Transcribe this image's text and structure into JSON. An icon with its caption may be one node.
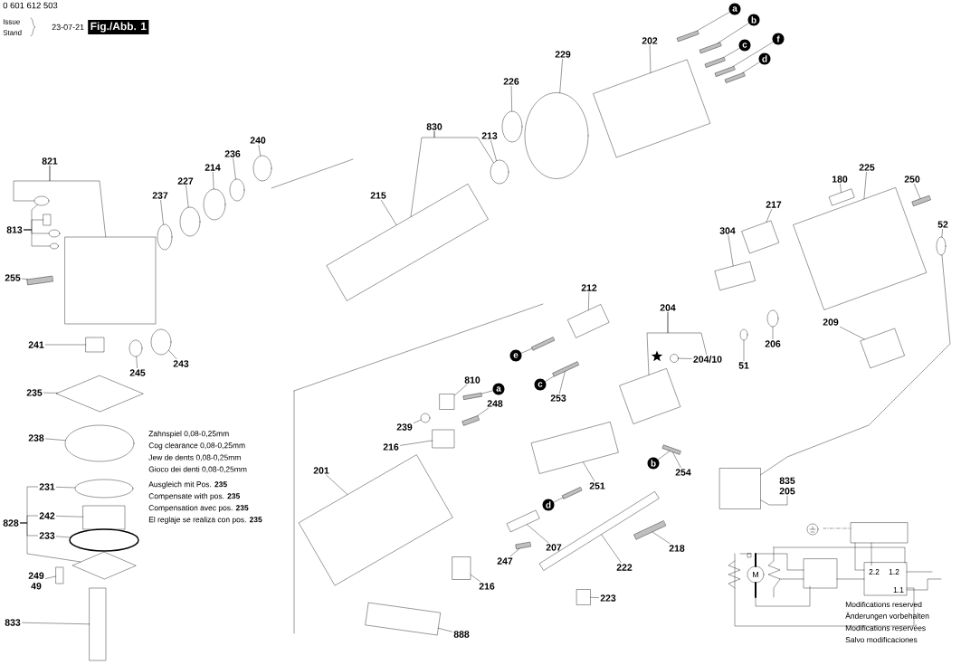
{
  "diagram": {
    "title": "Fig./Abb. 1",
    "nodes": [
      {
        "text": [
          "202"
        ]
      },
      {
        "text": [
          "a"
        ]
      },
      {
        "text": [
          "b"
        ]
      },
      {
        "text": [
          "c"
        ]
      },
      {
        "text": [
          "f"
        ]
      },
      {
        "text": [
          "d"
        ]
      },
      {
        "text": [
          "229"
        ]
      },
      {
        "text": [
          "226"
        ]
      },
      {
        "text": [
          "830"
        ]
      },
      {
        "text": [
          "213"
        ]
      },
      {
        "text": [
          "240"
        ]
      },
      {
        "text": [
          "236"
        ]
      },
      {
        "text": [
          "821"
        ]
      },
      {
        "text": [
          "214"
        ]
      },
      {
        "text": [
          "225"
        ]
      },
      {
        "text": [
          "180"
        ]
      },
      {
        "text": [
          "250"
        ]
      },
      {
        "text": [
          "227"
        ]
      },
      {
        "text": [
          "237"
        ]
      },
      {
        "text": [
          "215"
        ]
      },
      {
        "text": [
          "217"
        ]
      },
      {
        "text": [
          "52"
        ]
      },
      {
        "text": [
          "813"
        ]
      },
      {
        "text": [
          "304"
        ]
      },
      {
        "text": [
          "255"
        ]
      },
      {
        "text": [
          "212"
        ]
      },
      {
        "text": [
          "204"
        ]
      },
      {
        "text": [
          "209"
        ]
      },
      {
        "text": [
          "241"
        ]
      },
      {
        "text": [
          "206"
        ]
      },
      {
        "text": [
          "243"
        ]
      },
      {
        "text": [
          "e"
        ]
      },
      {
        "text": [
          "204/10"
        ]
      },
      {
        "text": [
          "51"
        ]
      },
      {
        "text": [
          "245"
        ]
      },
      {
        "text": [
          "810"
        ]
      },
      {
        "text": [
          "c"
        ]
      },
      {
        "text": [
          "a"
        ]
      },
      {
        "text": [
          "235"
        ]
      },
      {
        "text": [
          "253"
        ]
      },
      {
        "text": [
          "248"
        ]
      },
      {
        "text": [
          "239"
        ]
      },
      {
        "text": [
          "238"
        ]
      },
      {
        "text": [
          "216"
        ]
      },
      {
        "text": [
          "b"
        ]
      },
      {
        "text": [
          "835",
          "205"
        ]
      },
      {
        "text": [
          "201"
        ]
      },
      {
        "text": [
          "254"
        ]
      },
      {
        "text": [
          "251"
        ]
      },
      {
        "text": [
          "231"
        ]
      },
      {
        "text": [
          "d"
        ]
      },
      {
        "text": [
          "242"
        ]
      },
      {
        "text": [
          "828"
        ]
      },
      {
        "text": [
          "233"
        ]
      },
      {
        "text": [
          "207"
        ]
      },
      {
        "text": [
          "218"
        ]
      },
      {
        "text": [
          "247"
        ]
      },
      {
        "text": [
          "222"
        ]
      },
      {
        "text": [
          "249",
          "49"
        ]
      },
      {
        "text": [
          "216"
        ]
      },
      {
        "text": [
          "223"
        ]
      },
      {
        "text": [
          "833"
        ]
      },
      {
        "text": [
          "888"
        ]
      },
      {
        "text": [],
        "shape": "star"
      },
      {
        "text": [],
        "shape": "box"
      },
      {
        "text": [],
        "shape": "bar"
      },
      {
        "text": [],
        "shape": "bar"
      },
      {
        "text": [],
        "shape": "bar"
      },
      {
        "text": [],
        "shape": "bar"
      },
      {
        "text": [],
        "shape": "bar"
      },
      {
        "text": [],
        "shape": "ellipse"
      },
      {
        "text": [],
        "shape": "ellipse"
      },
      {
        "text": [],
        "shape": "box"
      },
      {
        "text": [],
        "shape": "ellipse"
      },
      {
        "text": [],
        "shape": "ellipse"
      },
      {
        "text": [],
        "shape": "ellipse"
      },
      {
        "text": [],
        "shape": "ellipse"
      },
      {
        "text": [],
        "shape": "ellipse"
      },
      {
        "text": [],
        "shape": "ellipse"
      },
      {
        "text": [],
        "shape": "box"
      },
      {
        "text": [],
        "shape": "ellipse"
      },
      {
        "text": [],
        "shape": "box"
      },
      {
        "text": [],
        "shape": "ellipse"
      },
      {
        "text": [],
        "shape": "ellipse"
      },
      {
        "text": [],
        "shape": "box"
      },
      {
        "text": [],
        "shape": "box"
      },
      {
        "text": [],
        "shape": "bar"
      },
      {
        "text": [],
        "shape": "box"
      },
      {
        "text": [],
        "shape": "ellipse"
      },
      {
        "text": [],
        "shape": "box"
      },
      {
        "text": [],
        "shape": "bar"
      },
      {
        "text": [],
        "shape": "box"
      },
      {
        "text": [],
        "shape": "box"
      },
      {
        "text": [],
        "shape": "box"
      },
      {
        "text": [],
        "shape": "box"
      },
      {
        "text": [],
        "shape": "ellipse"
      },
      {
        "text": [],
        "shape": "ellipse"
      },
      {
        "text": [],
        "shape": "bar"
      },
      {
        "text": [],
        "shape": "circle"
      },
      {
        "text": [],
        "shape": "ellipse"
      },
      {
        "text": [],
        "shape": "ellipse"
      },
      {
        "text": [],
        "shape": "box"
      },
      {
        "text": [],
        "shape": "bar"
      },
      {
        "text": [],
        "shape": "bar"
      },
      {
        "text": [],
        "shape": "diamond"
      },
      {
        "text": [],
        "shape": "bar"
      },
      {
        "text": [],
        "shape": "circle"
      },
      {
        "text": [],
        "shape": "ellipse"
      },
      {
        "text": [],
        "shape": "box"
      },
      {
        "text": [],
        "shape": "bar"
      },
      {
        "text": [],
        "shape": "box"
      },
      {
        "text": [],
        "shape": "box"
      },
      {
        "text": [],
        "shape": "box"
      },
      {
        "text": [],
        "shape": "ellipse"
      },
      {
        "text": [],
        "shape": "bar"
      },
      {
        "text": [],
        "shape": "box"
      },
      {
        "text": [],
        "shape": "ellipse"
      },
      {
        "text": [],
        "shape": "diamond"
      },
      {
        "text": [],
        "shape": "box"
      },
      {
        "text": [],
        "shape": "bar"
      },
      {
        "text": [],
        "shape": "bar"
      },
      {
        "text": [],
        "shape": "box"
      },
      {
        "text": [],
        "shape": "box"
      },
      {
        "text": [],
        "shape": "box"
      },
      {
        "text": [],
        "shape": "box"
      },
      {
        "text": [],
        "shape": "box"
      },
      {
        "text": [],
        "shape": "box"
      }
    ],
    "edges": [
      {
        "from": 0,
        "to": 64,
        "arrow": "none"
      },
      {
        "from": 1,
        "to": 65,
        "arrow": "none"
      },
      {
        "from": 2,
        "to": 66,
        "arrow": "none"
      },
      {
        "from": 3,
        "to": 67,
        "arrow": "none"
      },
      {
        "from": 4,
        "to": 68,
        "arrow": "none"
      },
      {
        "from": 5,
        "to": 69,
        "arrow": "none"
      },
      {
        "from": 6,
        "to": 70,
        "arrow": "none"
      },
      {
        "from": 7,
        "to": 71,
        "arrow": "none"
      },
      {
        "from": 8,
        "to": 72,
        "arrow": "none"
      },
      {
        "from": 8,
        "to": 73,
        "arrow": "none"
      },
      {
        "from": 9,
        "to": 73,
        "arrow": "none"
      },
      {
        "from": 10,
        "to": 74,
        "arrow": "none"
      },
      {
        "from": 11,
        "to": 75,
        "arrow": "none"
      },
      {
        "from": 12,
        "to": 79,
        "arrow": "none"
      },
      {
        "from": 12,
        "to": 80,
        "arrow": "none"
      },
      {
        "from": 13,
        "to": 76,
        "arrow": "none"
      },
      {
        "from": 14,
        "to": 84,
        "arrow": "none"
      },
      {
        "from": 15,
        "to": 85,
        "arrow": "none"
      },
      {
        "from": 16,
        "to": 86,
        "arrow": "none"
      },
      {
        "from": 17,
        "to": 77,
        "arrow": "none"
      },
      {
        "from": 18,
        "to": 78,
        "arrow": "none"
      },
      {
        "from": 19,
        "to": 72,
        "arrow": "none"
      },
      {
        "from": 20,
        "to": 87,
        "arrow": "none"
      },
      {
        "from": 21,
        "to": 88,
        "arrow": "none"
      },
      {
        "from": 22,
        "to": 80,
        "arrow": "none"
      },
      {
        "from": 22,
        "to": 81,
        "arrow": "none"
      },
      {
        "from": 22,
        "to": 82,
        "arrow": "none"
      },
      {
        "from": 22,
        "to": 83,
        "arrow": "none"
      },
      {
        "from": 23,
        "to": 89,
        "arrow": "none"
      },
      {
        "from": 24,
        "to": 90,
        "arrow": "none"
      },
      {
        "from": 25,
        "to": 91,
        "arrow": "none"
      },
      {
        "from": 26,
        "to": 92,
        "arrow": "none"
      },
      {
        "from": 26,
        "to": 32,
        "arrow": "none"
      },
      {
        "from": 27,
        "to": 93,
        "arrow": "none"
      },
      {
        "from": 28,
        "to": 94,
        "arrow": "none"
      },
      {
        "from": 29,
        "to": 95,
        "arrow": "none"
      },
      {
        "from": 30,
        "to": 96,
        "arrow": "none"
      },
      {
        "from": 31,
        "to": 97,
        "arrow": "none"
      },
      {
        "from": 32,
        "to": 98,
        "arrow": "none"
      },
      {
        "from": 33,
        "to": 99,
        "arrow": "none"
      },
      {
        "from": 34,
        "to": 100,
        "arrow": "none"
      },
      {
        "from": 35,
        "to": 101,
        "arrow": "none"
      },
      {
        "from": 36,
        "to": 102,
        "arrow": "none"
      },
      {
        "from": 37,
        "to": 103,
        "arrow": "none"
      },
      {
        "from": 38,
        "to": 104,
        "arrow": "none"
      },
      {
        "from": 39,
        "to": 102,
        "arrow": "none"
      },
      {
        "from": 40,
        "to": 105,
        "arrow": "none"
      },
      {
        "from": 41,
        "to": 106,
        "arrow": "none"
      },
      {
        "from": 42,
        "to": 107,
        "arrow": "none"
      },
      {
        "from": 43,
        "to": 108,
        "arrow": "none"
      },
      {
        "from": 44,
        "to": 109,
        "arrow": "none"
      },
      {
        "from": 45,
        "to": 110,
        "arrow": "none"
      },
      {
        "from": 46,
        "to": 111,
        "arrow": "none"
      },
      {
        "from": 47,
        "to": 109,
        "arrow": "none"
      },
      {
        "from": 48,
        "to": 112,
        "arrow": "none"
      },
      {
        "from": 49,
        "to": 113,
        "arrow": "none"
      },
      {
        "from": 50,
        "to": 114,
        "arrow": "none"
      },
      {
        "from": 51,
        "to": 115,
        "arrow": "none"
      },
      {
        "from": 52,
        "to": 49,
        "arrow": "none"
      },
      {
        "from": 52,
        "to": 51,
        "arrow": "none"
      },
      {
        "from": 52,
        "to": 53,
        "arrow": "none"
      },
      {
        "from": 52,
        "to": 117,
        "arrow": "none"
      },
      {
        "from": 53,
        "to": 116,
        "arrow": "none"
      },
      {
        "from": 54,
        "to": 118,
        "arrow": "none"
      },
      {
        "from": 55,
        "to": 119,
        "arrow": "none"
      },
      {
        "from": 56,
        "to": 120,
        "arrow": "none"
      },
      {
        "from": 57,
        "to": 121,
        "arrow": "none"
      },
      {
        "from": 58,
        "to": 122,
        "arrow": "none"
      },
      {
        "from": 59,
        "to": 123,
        "arrow": "none"
      },
      {
        "from": 60,
        "to": 124,
        "arrow": "none"
      },
      {
        "from": 61,
        "to": 125,
        "arrow": "none"
      },
      {
        "from": 62,
        "to": 126,
        "arrow": "none"
      },
      {
        "from": 88,
        "to": 110,
        "arrow": "none"
      }
    ],
    "labels": [
      "0 601 612 503",
      "Issue",
      "Stand",
      "23-07-21",
      "Zahnspiel 0,08-0,25mm",
      "Cog clearance 0,08-0,25mm",
      "Jew de dents 0,08-0,25mm",
      "Gioco dei denti 0,08-0,25mm",
      "Ausgleich mit Pos. **235**",
      "Compensate with pos. **235**",
      "Compensation avec pos. **235**",
      "El reglaje se realiza con pos. **235**",
      "M",
      "2.2",
      "1.2",
      "1.1",
      "Modifications reserved",
      "Änderungen vorbehalten",
      "Modifications reservées",
      "Salvo modificaciones"
    ]
  }
}
